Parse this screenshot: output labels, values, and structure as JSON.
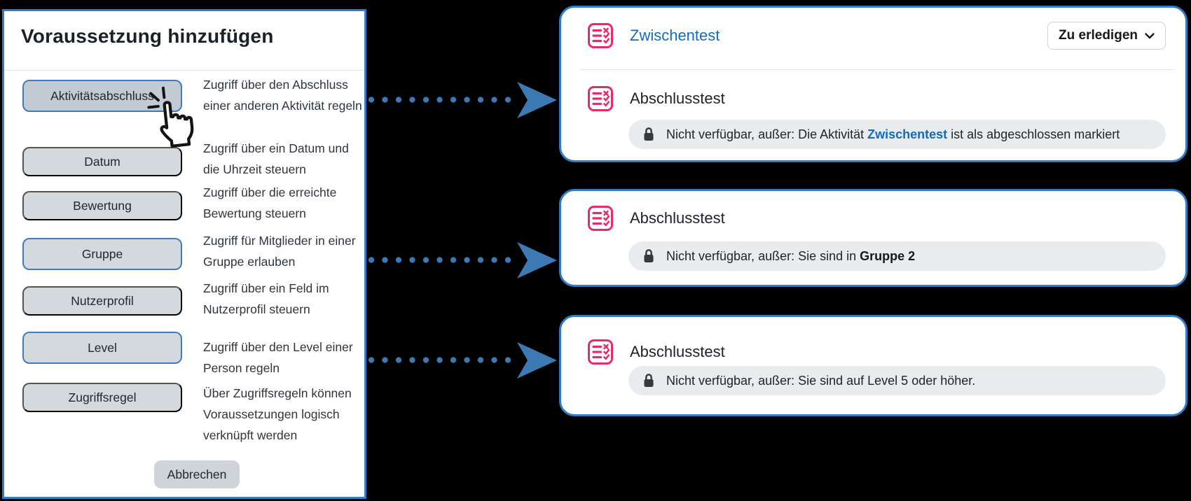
{
  "colors": {
    "accent_blue": "#2e7dc6",
    "arrow_blue": "#3d79b3",
    "link_blue": "#0f6cbf",
    "quiz_icon_pink": "#e82a6d",
    "pill_gray": "#e9ecef",
    "button_gray": "#d4d9de"
  },
  "dialog": {
    "title": "Voraussetzung hinzufügen",
    "cancel_label": "Abbrechen",
    "options": [
      {
        "label": "Aktivitätsabschluss",
        "description": "Zugriff über den Abschluss einer anderen Aktivität regeln"
      },
      {
        "label": "Datum",
        "description": "Zugriff über ein Datum und die Uhrzeit steuern"
      },
      {
        "label": "Bewertung",
        "description": "Zugriff über die erreichte Bewertung steuern"
      },
      {
        "label": "Gruppe",
        "description": "Zugriff für Mitglieder in einer Gruppe erlauben"
      },
      {
        "label": "Nutzerprofil",
        "description": "Zugriff über ein Feld im Nutzerprofil steuern"
      },
      {
        "label": "Level",
        "description": "Zugriff über den Level einer Person regeln"
      },
      {
        "label": "Zugriffsregel",
        "description": "Über Zugriffsregeln können Voraussetzungen logisch verknüpft werden"
      }
    ]
  },
  "cards": {
    "card1": {
      "header": {
        "name": "Zwischentest",
        "status_label": "Zu erledigen"
      },
      "activity": {
        "name": "Abschlusstest"
      },
      "restriction": {
        "pre": "Nicht verfügbar, außer: Die Aktivität ",
        "link": "Zwischentest",
        "post": " ist als abgeschlossen markiert"
      }
    },
    "card2": {
      "activity": {
        "name": "Abschlusstest"
      },
      "restriction": {
        "pre": "Nicht verfügbar, außer: Sie sind in ",
        "strong": "Gruppe 2"
      }
    },
    "card3": {
      "activity": {
        "name": "Abschlusstest"
      },
      "restriction": {
        "text": "Nicht verfügbar, außer: Sie sind auf Level 5 oder höher."
      }
    }
  }
}
